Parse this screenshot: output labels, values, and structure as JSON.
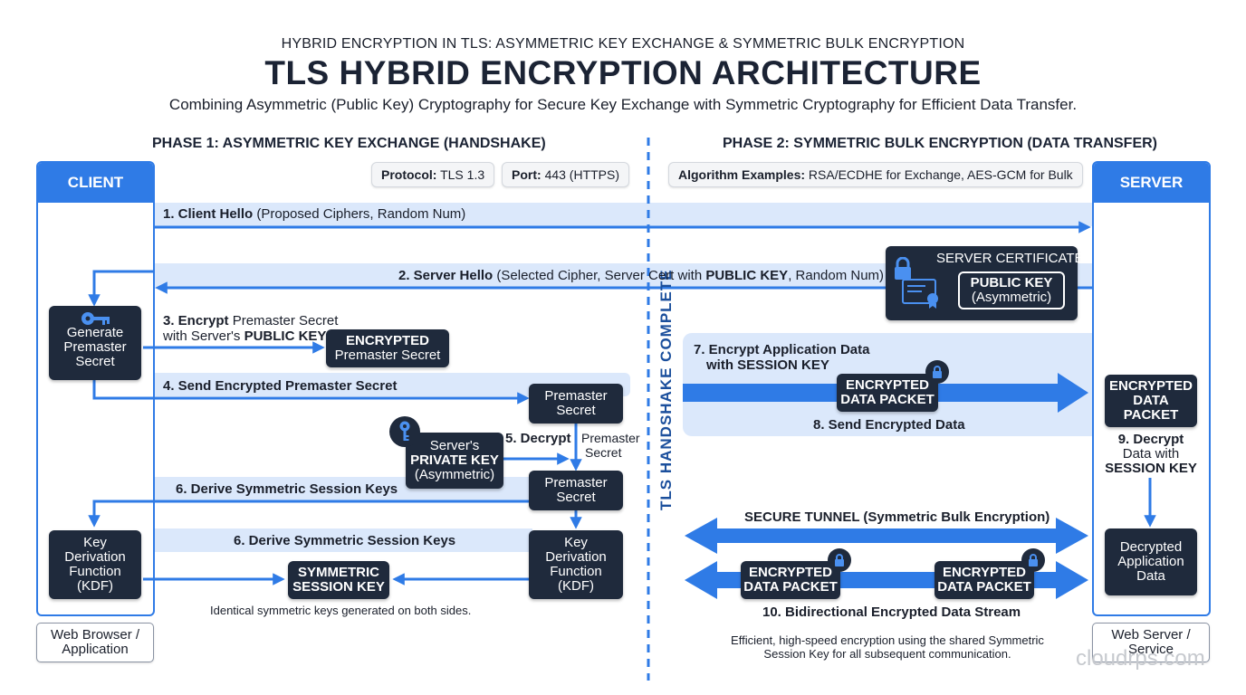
{
  "header": {
    "kicker": "HYBRID ENCRYPTION IN TLS: ASYMMETRIC KEY EXCHANGE & SYMMETRIC BULK ENCRYPTION",
    "title": "TLS HYBRID ENCRYPTION ARCHITECTURE",
    "subtitle": "Combining Asymmetric (Public Key) Cryptography for Secure Key Exchange with Symmetric Cryptography for Efficient Data Transfer."
  },
  "phases": {
    "phase1": "PHASE 1: ASYMMETRIC KEY EXCHANGE (HANDSHAKE)",
    "phase2": "PHASE 2: SYMMETRIC BULK ENCRYPTION (DATA TRANSFER)"
  },
  "info": {
    "protocol_label": "Protocol:",
    "protocol_value": "TLS 1.3",
    "port_label": "Port:",
    "port_value": "443 (HTTPS)",
    "algo_label": "Algorithm Examples:",
    "algo_value": "RSA/ECDHE for Exchange, AES-GCM for Bulk"
  },
  "client": {
    "title": "CLIENT",
    "footer_1": "Web Browser /",
    "footer_2": "Application"
  },
  "server": {
    "title": "SERVER",
    "footer_1": "Web Server /",
    "footer_2": "Service"
  },
  "steps": {
    "s1_bold": "1. Client Hello",
    "s1_rest": "(Proposed Ciphers, Random Num)",
    "s2_bold": "2. Server Hello",
    "s2_mid": "(Selected Cipher, Server Cert with",
    "s2_key": "PUBLIC KEY",
    "s2_end": ", Random Num)",
    "s3_bold": "3. Encrypt",
    "s3_rest": "Premaster Secret",
    "s3_line2": "with Server's",
    "s3_key": "PUBLIC KEY",
    "s4": "4. Send Encrypted Premaster Secret",
    "s5": "5. Decrypt",
    "s6a": "6. Derive Symmetric Session Keys",
    "s6b": "6. Derive Symmetric Session Keys",
    "s7_line1": "7. Encrypt Application Data",
    "s7_line2": "with SESSION KEY",
    "s8": "8. Send Encrypted Data",
    "s9_line1": "9. Decrypt",
    "s9_line2": "Data with",
    "s9_line3": "SESSION KEY",
    "s10": "10. Bidirectional Encrypted Data Stream",
    "tunnel": "SECURE TUNNEL (Symmetric Bulk Encryption)"
  },
  "cert": {
    "title": "SERVER CERTIFICATE",
    "key_line1": "PUBLIC KEY",
    "key_line2": "(Asymmetric)"
  },
  "boxes": {
    "gen_1": "Generate",
    "gen_2": "Premaster",
    "gen_3": "Secret",
    "enc_ps_1": "ENCRYPTED",
    "enc_ps_2": "Premaster Secret",
    "ps_a_1": "Premaster",
    "ps_a_2": "Secret",
    "ps_label_1": "Premaster",
    "ps_label_2": "Secret",
    "priv_1": "Server's",
    "priv_2": "PRIVATE KEY",
    "priv_3": "(Asymmetric)",
    "ps_b_1": "Premaster",
    "ps_b_2": "Secret",
    "kdf_1": "Key",
    "kdf_2": "Derivation",
    "kdf_3": "Function",
    "kdf_4": "(KDF)",
    "sym_1": "SYMMETRIC",
    "sym_2": "SESSION KEY",
    "enc_dp_1": "ENCRYPTED",
    "enc_dp_2": "DATA PACKET",
    "srv_enc_1": "ENCRYPTED",
    "srv_enc_2": "DATA",
    "srv_enc_3": "PACKET",
    "dec_1": "Decrypted",
    "dec_2": "Application",
    "dec_3": "Data"
  },
  "notes": {
    "identical": "Identical symmetric keys generated on both sides.",
    "efficient_1": "Efficient, high-speed encryption using the shared Symmetric",
    "efficient_2": "Session Key for all subsequent communication."
  },
  "divider_label": "TLS HANDSHAKE COMPLETE",
  "watermark": "cloudrps.com",
  "colors": {
    "accent": "#2f7be6",
    "dark_box": "#1f2a3c",
    "band": "#dbe8fb",
    "divider": "#2f7be6"
  },
  "icons": [
    "key-icon",
    "lock-icon",
    "certificate-icon",
    "padlock-icon"
  ]
}
